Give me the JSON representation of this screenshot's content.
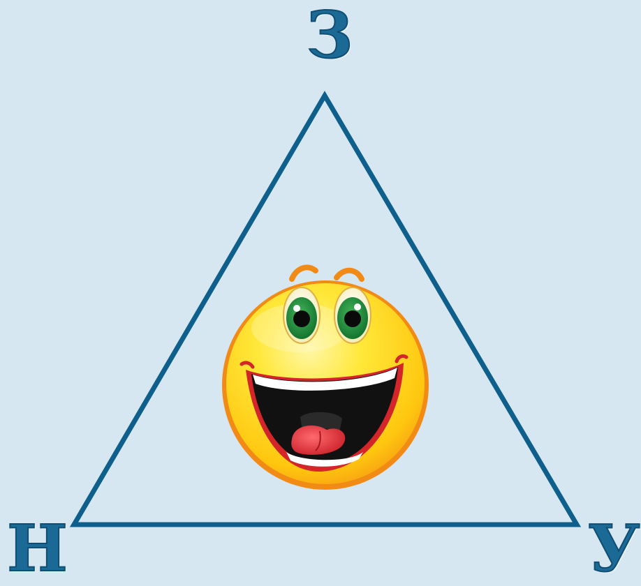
{
  "vertices": {
    "top": "З",
    "bottom_left": "Н",
    "bottom_right": "У"
  },
  "colors": {
    "background": "#d6e7f2",
    "triangle_stroke": "#0f5f8c",
    "letter_fill": "#1b6a96",
    "smiley_face": "#ffd21a",
    "smiley_rim": "#f28a16",
    "eye_iris": "#1e8a3a",
    "mouth": "#111111",
    "lips": "#d4262a",
    "tongue": "#e8343c"
  },
  "icon": "laughing-smiley-icon"
}
